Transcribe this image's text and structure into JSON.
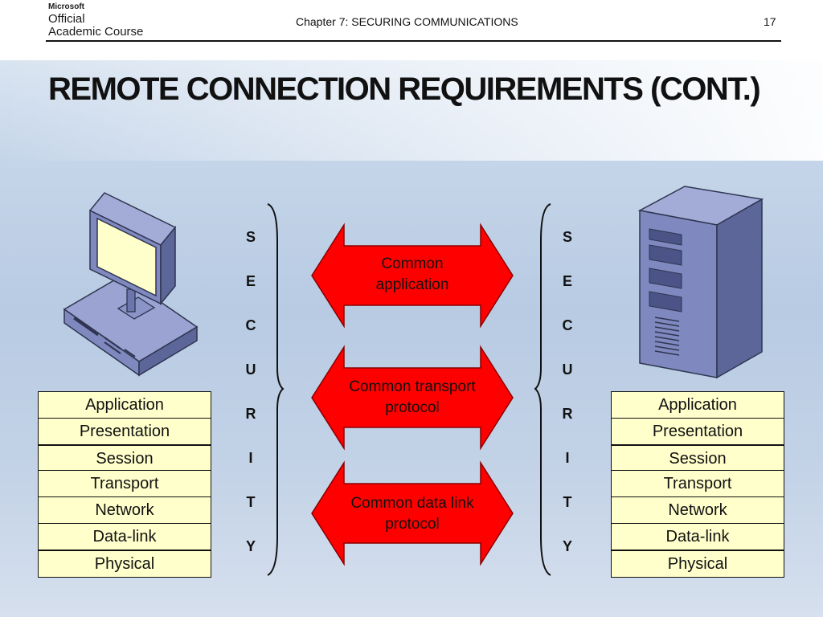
{
  "header": {
    "logo": {
      "microsoft": "Microsoft",
      "line1": "Official",
      "line2": "Academic Course"
    },
    "chapter": "Chapter 7: SECURING COMMUNICATIONS",
    "page_number": "17"
  },
  "slide": {
    "title": "REMOTE CONNECTION REQUIREMENTS (CONT.)"
  },
  "left_stack": [
    "Application",
    "Presentation",
    "Session",
    "Transport",
    "Network",
    "Data-link",
    "Physical"
  ],
  "right_stack": [
    "Application",
    "Presentation",
    "Session",
    "Transport",
    "Network",
    "Data-link",
    "Physical"
  ],
  "security_letters": [
    "S",
    "E",
    "C",
    "U",
    "R",
    "I",
    "T",
    "Y"
  ],
  "arrows": [
    {
      "label": "Common application"
    },
    {
      "label": "Common transport protocol"
    },
    {
      "label": "Common data link protocol"
    }
  ],
  "colors": {
    "arrow_fill": "#ff0000",
    "stack_fill": "#ffffcc",
    "device_fill": "#7f89bf"
  },
  "icons": {
    "left": "desktop-computer-icon",
    "right": "server-tower-icon"
  }
}
